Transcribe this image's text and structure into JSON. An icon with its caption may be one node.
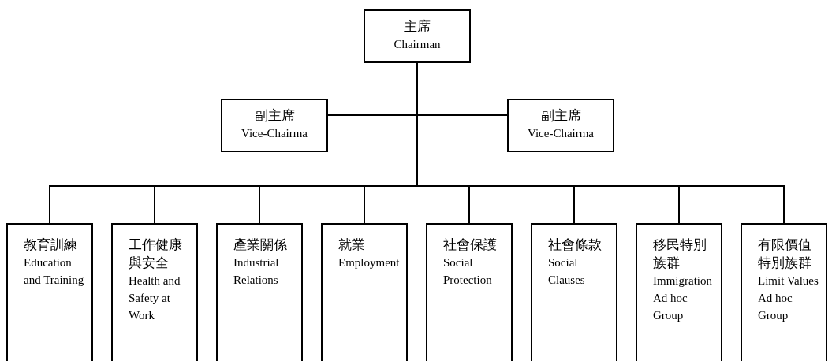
{
  "diagram": {
    "nodes": [
      {
        "text": [
          "主席",
          "Chairman"
        ]
      },
      {
        "text": [
          "副主席",
          "Vice-Chairma"
        ]
      },
      {
        "text": [
          "副主席",
          "Vice-Chairma"
        ]
      },
      {
        "text": [
          "教育訓練",
          "Education and Training"
        ]
      },
      {
        "text": [
          "工作健康與安全",
          "Health and Safety at Work"
        ]
      },
      {
        "text": [
          "產業關係",
          "Industrial Relations"
        ]
      },
      {
        "text": [
          "就業",
          "Employment"
        ]
      },
      {
        "text": [
          "社會保護",
          "Social Protection"
        ]
      },
      {
        "text": [
          "社會條款",
          "Social Clauses"
        ]
      },
      {
        "text": [
          "移民特別族群",
          "Immigration Ad hoc Group"
        ]
      },
      {
        "text": [
          "有限價值特別族群",
          "Limit Values Ad hoc Group"
        ]
      }
    ],
    "edges": [
      {
        "from": 0,
        "to": 1,
        "arrow": "none"
      },
      {
        "from": 0,
        "to": 2,
        "arrow": "none"
      },
      {
        "from": 0,
        "to": 3,
        "arrow": "none"
      },
      {
        "from": 0,
        "to": 4,
        "arrow": "none"
      },
      {
        "from": 0,
        "to": 5,
        "arrow": "none"
      },
      {
        "from": 0,
        "to": 6,
        "arrow": "none"
      },
      {
        "from": 0,
        "to": 7,
        "arrow": "none"
      },
      {
        "from": 0,
        "to": 8,
        "arrow": "none"
      },
      {
        "from": 0,
        "to": 9,
        "arrow": "none"
      },
      {
        "from": 0,
        "to": 10,
        "arrow": "none"
      }
    ]
  }
}
